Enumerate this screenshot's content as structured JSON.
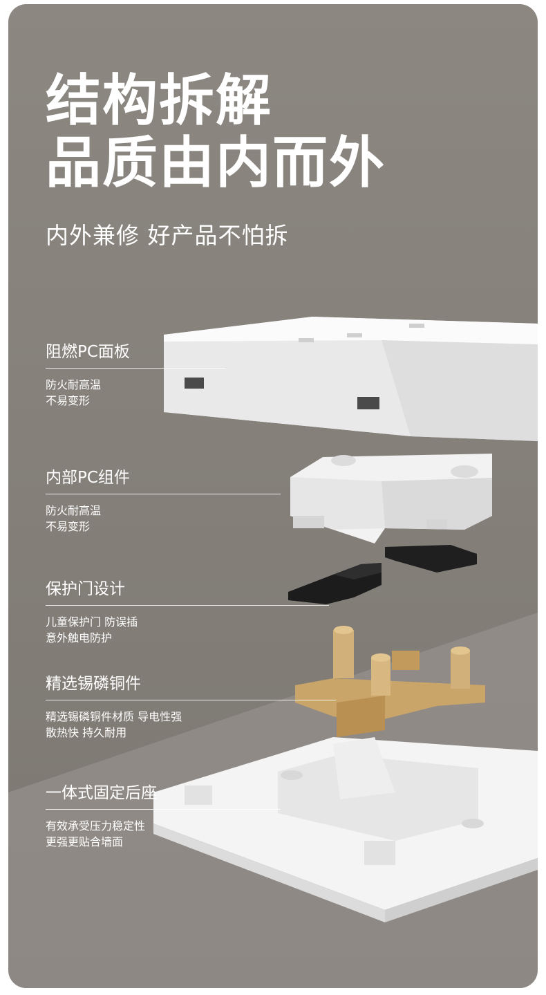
{
  "hero": {
    "title_line1": "结构拆解",
    "title_line2": "品质由内而外",
    "subtitle": "内外兼修 好产品不怕拆"
  },
  "features": [
    {
      "name": "阻燃PC面板",
      "desc1": "防火耐高温",
      "desc2": "不易变形"
    },
    {
      "name": "内部PC组件",
      "desc1": "防火耐高温",
      "desc2": "不易变形"
    },
    {
      "name": "保护门设计",
      "desc1": "儿童保护门 防误插",
      "desc2": "意外触电防护"
    },
    {
      "name": "精选锡磷铜件",
      "desc1": "精选锡磷铜件材质 导电性强",
      "desc2": "散热快 持久耐用"
    },
    {
      "name": "一体式固定后座",
      "desc1": "有效承受压力稳定性",
      "desc2": "更强更贴合墙面"
    }
  ],
  "colors": {
    "background": "#8a857f",
    "text": "#ffffff",
    "plastic": "#f2f2f2",
    "shutter": "#1e1e1e",
    "copper": "#c9a56a"
  }
}
